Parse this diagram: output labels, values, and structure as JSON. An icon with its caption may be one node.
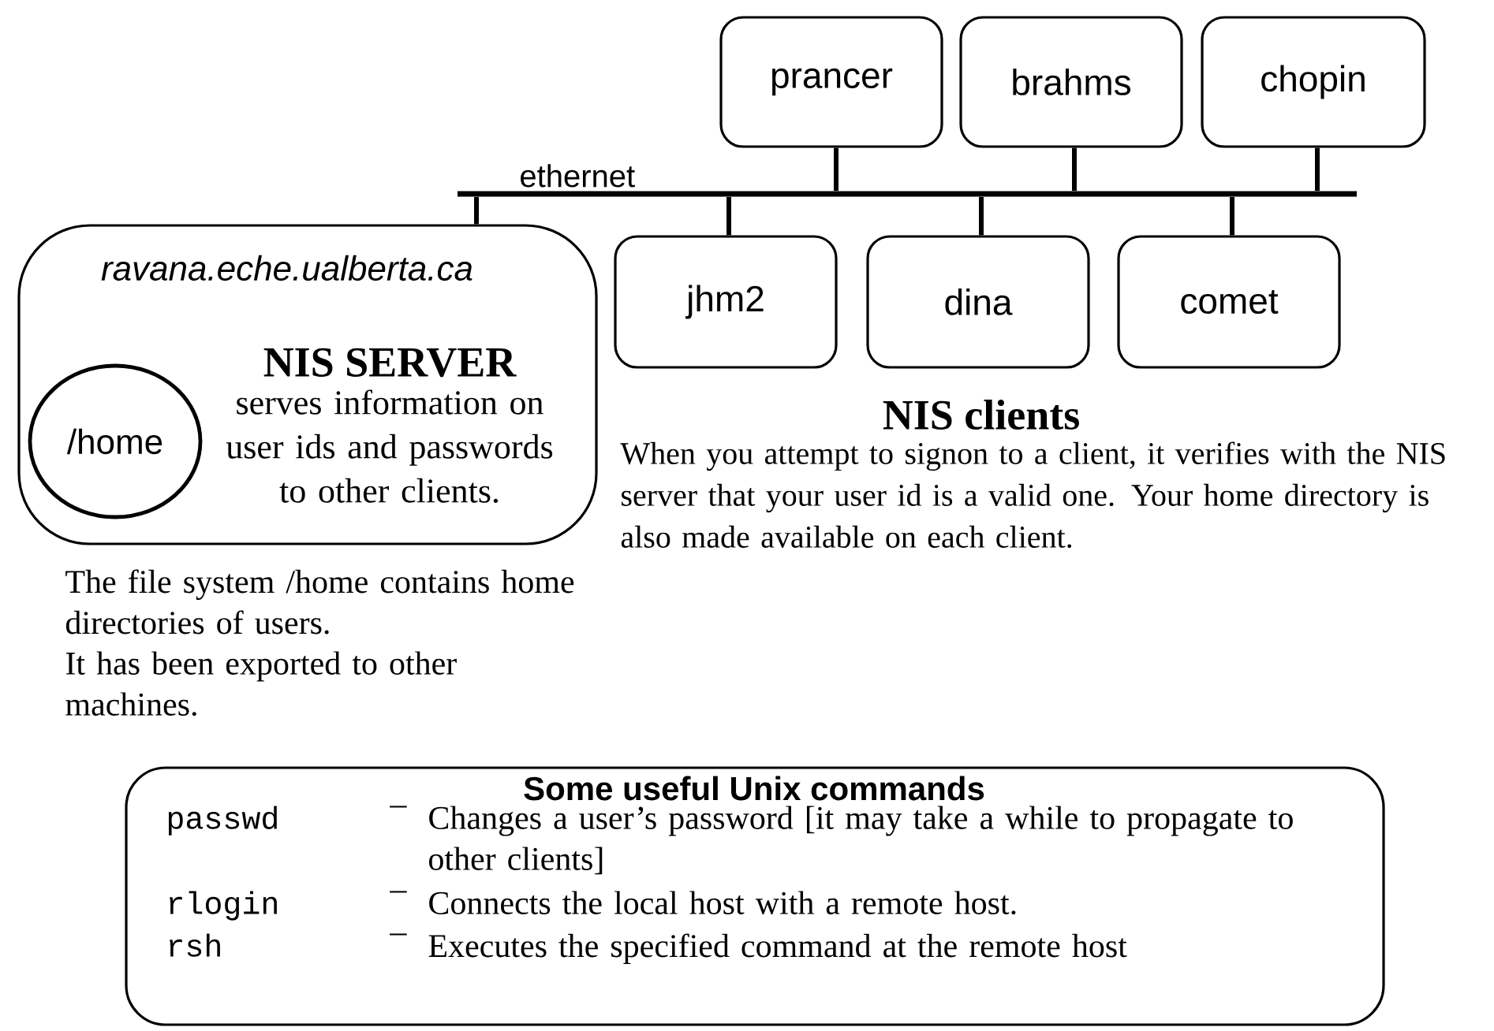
{
  "diagram": {
    "nodes": [
      {
        "text": [
          "ethernet"
        ]
      },
      {
        "text": [
          "ravana.eche.ualberta.ca",
          "NIS SERVER",
          "serves information on user ids and passwords to other clients."
        ],
        "beside": [
          "The file system /home contains home directories of users.",
          "It has been exported to other machines."
        ]
      },
      {
        "text": [
          "/home"
        ],
        "in": 1
      },
      {
        "text": [
          "prancer"
        ]
      },
      {
        "text": [
          "brahms"
        ]
      },
      {
        "text": [
          "chopin"
        ]
      },
      {
        "text": [
          "jhm2"
        ]
      },
      {
        "text": [
          "dina"
        ]
      },
      {
        "text": [
          "comet"
        ]
      },
      {
        "text": [
          "Some useful Unix commands",
          "passwd",
          "–",
          "Changes a user’s password [it may take a while to propagate to other clients]",
          "rlogin",
          "–",
          "Connects the local host with a remote host.",
          "rsh",
          "–",
          "Executes the specified command at the remote host"
        ]
      }
    ],
    "edges": [
      {
        "from": 1,
        "to": 0,
        "arrow": "none"
      },
      {
        "from": 3,
        "to": 0,
        "arrow": "none"
      },
      {
        "from": 4,
        "to": 0,
        "arrow": "none"
      },
      {
        "from": 5,
        "to": 0,
        "arrow": "none"
      },
      {
        "from": 6,
        "to": 0,
        "arrow": "none"
      },
      {
        "from": 7,
        "to": 0,
        "arrow": "none"
      },
      {
        "from": 8,
        "to": 0,
        "arrow": "none"
      }
    ],
    "labels": [
      "NIS clients",
      "When you attempt to signon to a client, it verifies with the NIS server that your user id is a valid one. Your home directory is also made available on each client."
    ]
  }
}
